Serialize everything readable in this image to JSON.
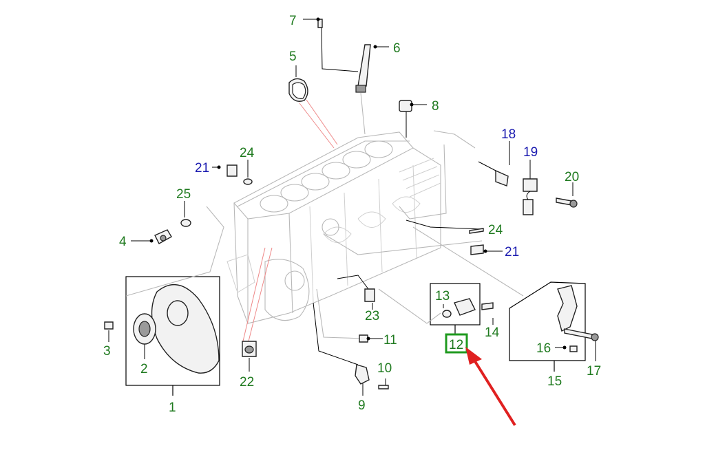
{
  "colors": {
    "label_green": "#1f7a1f",
    "label_blue": "#1b1bb0",
    "callout_red": "#e02020",
    "lines": "#000000",
    "ghost": "#b8b8b8"
  },
  "callouts": {
    "c1": "1",
    "c2": "2",
    "c3": "3",
    "c4": "4",
    "c5": "5",
    "c6": "6",
    "c7": "7",
    "c8": "8",
    "c9": "9",
    "c10": "10",
    "c11": "11",
    "c12": "12",
    "c13": "13",
    "c14": "14",
    "c15": "15",
    "c16": "16",
    "c17": "17",
    "c18": "18",
    "c19": "19",
    "c20": "20",
    "c21a": "21",
    "c21b": "21",
    "c22": "22",
    "c23": "23",
    "c24a": "24",
    "c24b": "24",
    "c25": "25"
  },
  "highlighted_callout": "12"
}
